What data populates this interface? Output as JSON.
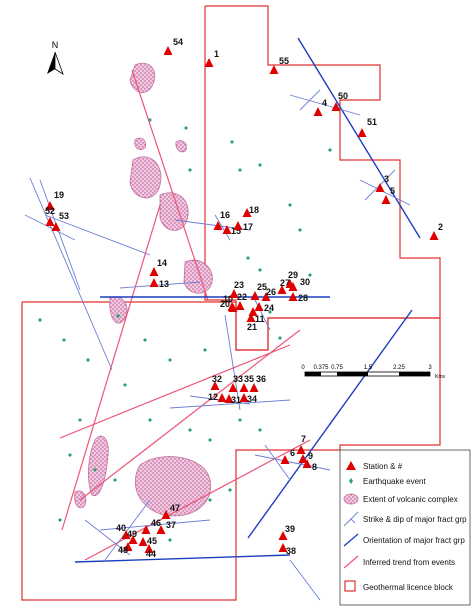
{
  "north": {
    "label": "N"
  },
  "scale": {
    "ticks": [
      "0",
      "0.375",
      "0.75",
      "1.5",
      "2.25",
      "3"
    ],
    "unit": "Kms"
  },
  "legend": {
    "items": [
      {
        "key": "station",
        "label": "Station & #",
        "symbol": "red-triangle-icon"
      },
      {
        "key": "quake",
        "label": "Earthquake event",
        "symbol": "green-diamond-icon"
      },
      {
        "key": "volcanic",
        "label": "Extent of volcanic complex",
        "symbol": "pink-hatched-blob-icon"
      },
      {
        "key": "strike",
        "label": "Strike & dip of major fract grp",
        "symbol": "strike-dip-icon"
      },
      {
        "key": "orient",
        "label": "Orientation of major fract grp",
        "symbol": "blue-line-icon"
      },
      {
        "key": "inferred",
        "label": "Inferred trend from events",
        "symbol": "pink-line-icon"
      },
      {
        "key": "block",
        "label": "Geothermal licence block",
        "symbol": "red-outline-box-icon"
      }
    ]
  },
  "stations": [
    {
      "id": "1"
    },
    {
      "id": "2"
    },
    {
      "id": "3"
    },
    {
      "id": "4"
    },
    {
      "id": "5"
    },
    {
      "id": "6"
    },
    {
      "id": "7"
    },
    {
      "id": "8"
    },
    {
      "id": "9"
    },
    {
      "id": "10"
    },
    {
      "id": "11"
    },
    {
      "id": "12"
    },
    {
      "id": "13"
    },
    {
      "id": "14"
    },
    {
      "id": "15"
    },
    {
      "id": "16"
    },
    {
      "id": "17"
    },
    {
      "id": "18"
    },
    {
      "id": "19"
    },
    {
      "id": "20"
    },
    {
      "id": "21"
    },
    {
      "id": "22"
    },
    {
      "id": "23"
    },
    {
      "id": "24"
    },
    {
      "id": "25"
    },
    {
      "id": "26"
    },
    {
      "id": "27"
    },
    {
      "id": "28"
    },
    {
      "id": "29"
    },
    {
      "id": "30"
    },
    {
      "id": "31"
    },
    {
      "id": "32"
    },
    {
      "id": "33"
    },
    {
      "id": "34"
    },
    {
      "id": "35"
    },
    {
      "id": "36"
    },
    {
      "id": "37"
    },
    {
      "id": "38"
    },
    {
      "id": "39"
    },
    {
      "id": "40"
    },
    {
      "id": "44"
    },
    {
      "id": "45"
    },
    {
      "id": "46"
    },
    {
      "id": "47"
    },
    {
      "id": "48"
    },
    {
      "id": "49"
    },
    {
      "id": "50"
    },
    {
      "id": "51"
    },
    {
      "id": "52"
    },
    {
      "id": "53"
    },
    {
      "id": "54"
    },
    {
      "id": "55"
    }
  ],
  "colors": {
    "block": "#e03030",
    "station": "#e00000",
    "orientation": "#1a3fbf",
    "strike": "#6b7fd6",
    "inferred": "#ee5577",
    "volcanic": "#e9a9cf",
    "quake": "#2aa070"
  }
}
